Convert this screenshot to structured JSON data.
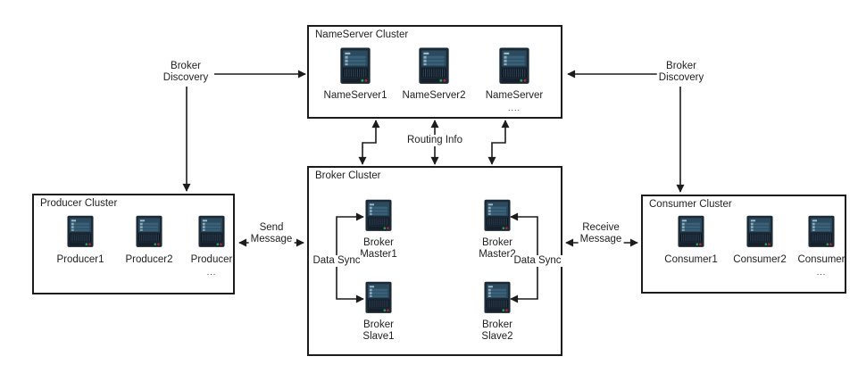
{
  "diagram": {
    "type": "architecture-diagram",
    "background": "#ffffff",
    "line_color": "#1c1c1c",
    "text_color": "#1f1f1f",
    "icon": {
      "name": "server-icon",
      "body": "#1b2a37",
      "screen": "#2c4a5e",
      "bar": "#3a617a",
      "highlight": "#9db9c8",
      "vent": "#0c141d",
      "stripe": "#33475a",
      "base": "#15202b",
      "led_green": "#2f9e4f",
      "led_red": "#aa2b35"
    },
    "clusters": {
      "nameserver": {
        "title": "NameServer Cluster",
        "nodes": [
          {
            "label": "NameServer1"
          },
          {
            "label": "NameServer2"
          },
          {
            "label": "NameServer",
            "more": "...."
          }
        ]
      },
      "broker": {
        "title": "Broker Cluster",
        "nodes": [
          {
            "lines": [
              "Broker",
              "Master1"
            ]
          },
          {
            "lines": [
              "Broker",
              "Master2"
            ]
          },
          {
            "lines": [
              "Broker",
              "Slave1"
            ]
          },
          {
            "lines": [
              "Broker",
              "Slave2"
            ]
          }
        ]
      },
      "producer": {
        "title": "Producer Cluster",
        "nodes": [
          {
            "label": "Producer1"
          },
          {
            "label": "Producer2"
          },
          {
            "label": "Producer",
            "more": "..."
          }
        ]
      },
      "consumer": {
        "title": "Consumer Cluster",
        "nodes": [
          {
            "label": "Consumer1"
          },
          {
            "label": "Consumer2"
          },
          {
            "label": "Consumer",
            "more": "..."
          }
        ]
      }
    },
    "edges": {
      "broker_discovery_left": {
        "label_lines": [
          "Broker",
          "Discovery"
        ]
      },
      "broker_discovery_right": {
        "label_lines": [
          "Broker",
          "Discovery"
        ]
      },
      "routing_info": {
        "label": "Routing Info"
      },
      "send_message": {
        "label_lines": [
          "Send",
          "Message"
        ]
      },
      "receive_message": {
        "label_lines": [
          "Receive",
          "Message"
        ]
      },
      "data_sync_left": {
        "label": "Data Sync"
      },
      "data_sync_right": {
        "label": "Data Sync"
      }
    }
  }
}
